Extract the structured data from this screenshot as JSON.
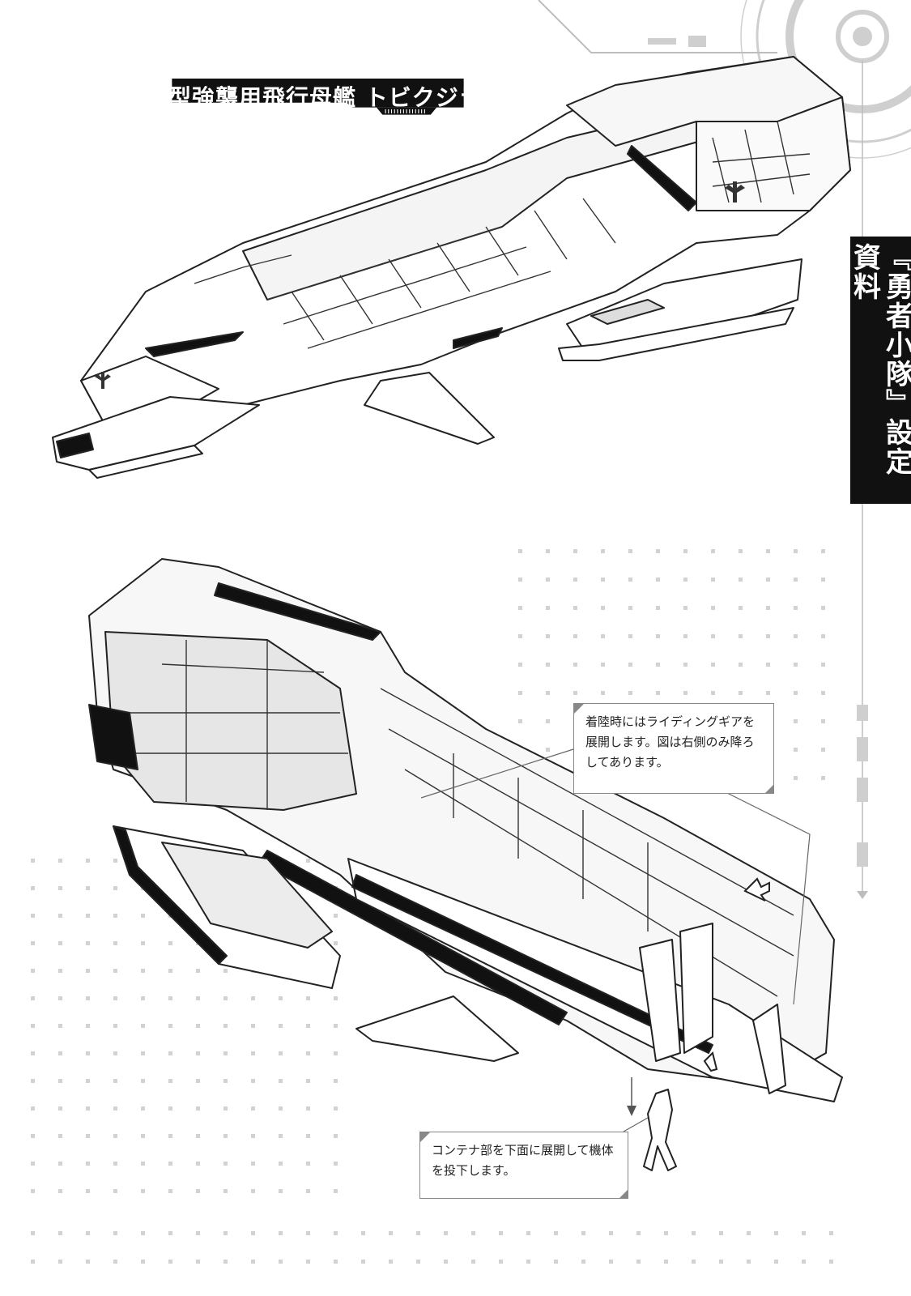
{
  "title": "【大型強襲用飛行母艦 トビクジラ】",
  "side_label": "『勇者小隊』設定資料",
  "callouts": {
    "landing_gear": "着陸時にはライディングギアを展開します。図は右側のみ降ろしてあります。",
    "container": "コンテナ部を下面に展開して機体を投下します。"
  },
  "icons": {
    "emblem": "tree-emblem-icon",
    "arrows": "arrow-icon"
  }
}
